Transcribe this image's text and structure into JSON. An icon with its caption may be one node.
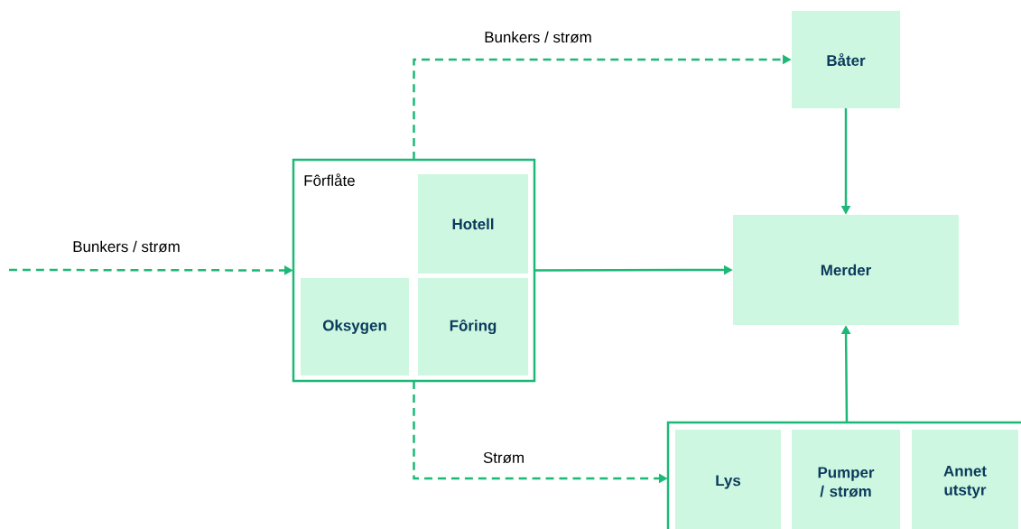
{
  "diagram": {
    "nodes": [
      {
        "text": [
          "Fôrflåte"
        ]
      },
      {
        "text": [
          "Hotell"
        ],
        "in": 0
      },
      {
        "text": [
          "Oksygen"
        ],
        "in": 0
      },
      {
        "text": [
          "Fôring"
        ],
        "in": 0
      },
      {
        "text": [
          "Båter"
        ]
      },
      {
        "text": [
          "Merder"
        ]
      },
      {
        "text": [],
        "shape": "box"
      },
      {
        "text": [
          "Lys"
        ],
        "in": 6
      },
      {
        "text": [
          "Pumper / strøm"
        ],
        "in": 6
      },
      {
        "text": [
          "Annet utstyr"
        ],
        "in": 6
      }
    ],
    "edges": [
      {
        "from": null,
        "to": 0,
        "arrow": "to",
        "style": "dashed",
        "label": "Bunkers / strøm"
      },
      {
        "from": 0,
        "to": 4,
        "arrow": "to",
        "style": "dashed",
        "label": "Bunkers / strøm"
      },
      {
        "from": 0,
        "to": 6,
        "arrow": "to",
        "style": "dashed",
        "label": "Strøm"
      },
      {
        "from": 4,
        "to": 5,
        "arrow": "to"
      },
      {
        "from": 0,
        "to": 5,
        "arrow": "to"
      },
      {
        "from": 6,
        "to": 5,
        "arrow": "to"
      }
    ]
  }
}
